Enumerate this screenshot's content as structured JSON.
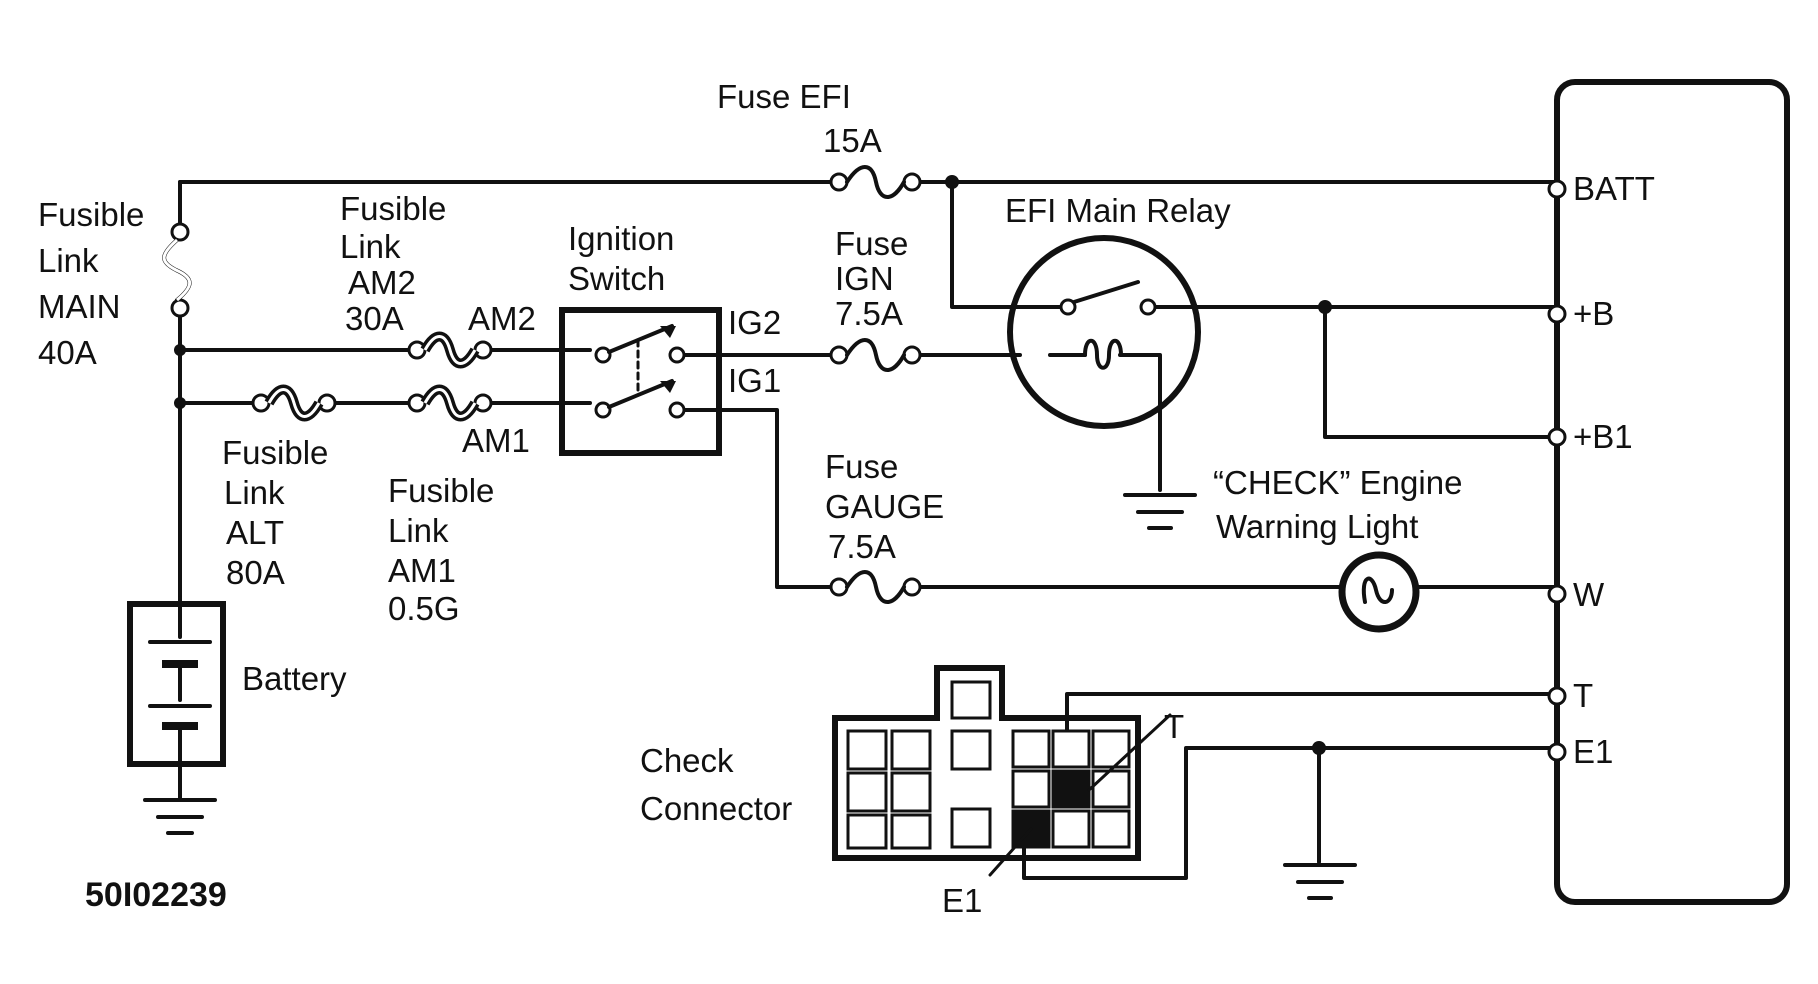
{
  "diagram_code": "50I02239",
  "labels": {
    "fuse_efi": [
      "Fuse  EFI",
      "15A"
    ],
    "fusible_main": [
      "Fusible",
      "Link",
      "MAIN",
      "40A"
    ],
    "fusible_am2": [
      "Fusible",
      "Link",
      "AM2",
      "30A"
    ],
    "am2_wire": "AM2",
    "ignition_switch": [
      "Ignition",
      "Switch"
    ],
    "ig2": "IG2",
    "ig1": "IG1",
    "fuse_ign": [
      "Fuse",
      "IGN",
      "7.5A"
    ],
    "efi_main_relay": "EFI Main Relay",
    "fusible_alt": [
      "Fusible",
      "Link",
      "ALT",
      "80A"
    ],
    "am1_wire": "AM1",
    "fusible_am1": [
      "Fusible",
      "Link",
      "AM1",
      "0.5G"
    ],
    "fuse_gauge": [
      "Fuse",
      "GAUGE",
      "7.5A"
    ],
    "check_light": [
      "“CHECK” Engine",
      "Warning Light"
    ],
    "battery": "Battery",
    "check_connector": [
      "Check",
      "Connector"
    ],
    "pin_t": "T",
    "pin_e1": "E1",
    "ecu_terminals": [
      "BATT",
      "+B",
      "+B1",
      "W",
      "T",
      "E1"
    ]
  }
}
